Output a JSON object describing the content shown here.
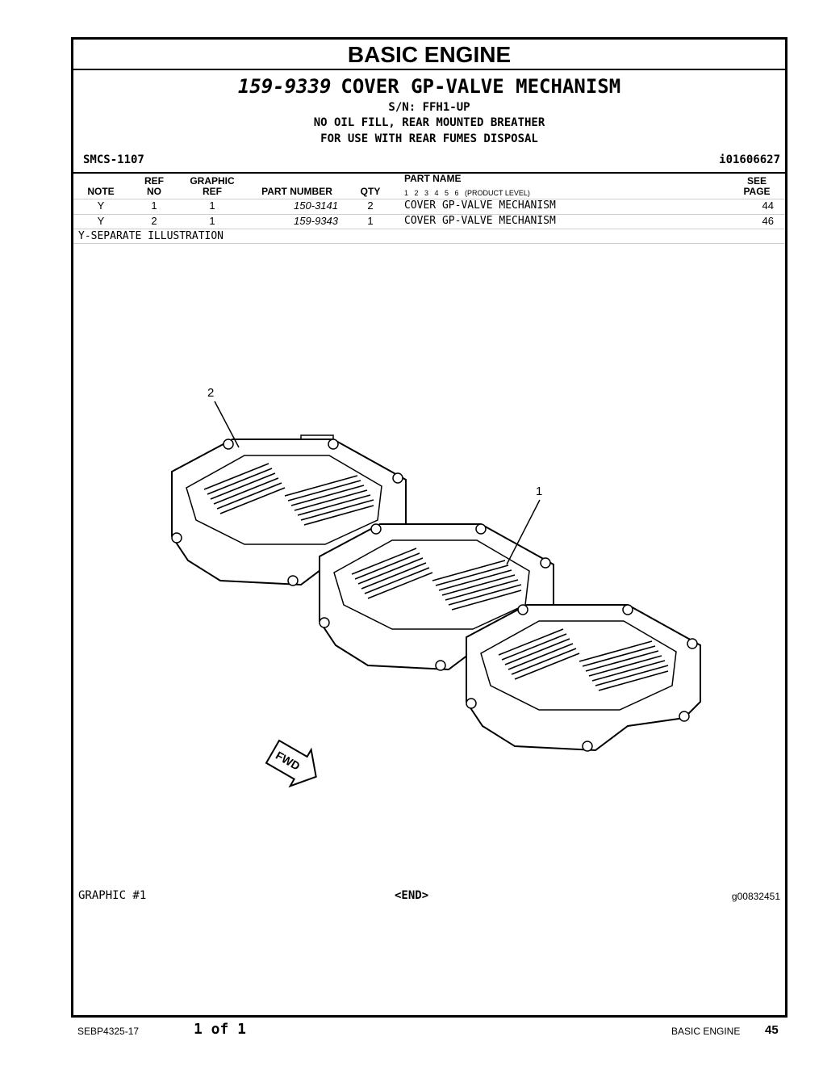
{
  "header": {
    "section_title": "BASIC ENGINE",
    "part_number": "159-9339",
    "part_name": "COVER GP-VALVE MECHANISM",
    "serial": "S/N: FFH1-UP",
    "note_line_1": "NO OIL FILL, REAR MOUNTED BREATHER",
    "note_line_2": "FOR USE WITH REAR FUMES DISPOSAL",
    "smcs": "SMCS-1107",
    "illustration_id": "i01606627"
  },
  "table": {
    "headers": {
      "note": "NOTE",
      "ref_top": "REF",
      "ref_bottom": "NO",
      "graphic_top": "GRAPHIC",
      "graphic_bottom": "REF",
      "part_number": "PART NUMBER",
      "qty": "QTY",
      "part_name": "PART NAME",
      "levels": "1   2   3   4   5   6   (PRODUCT LEVEL)",
      "see_top": "SEE",
      "see_bottom": "PAGE"
    },
    "rows": [
      {
        "note": "Y",
        "ref": "1",
        "graphic": "1",
        "part_number": "150-3141",
        "qty": "2",
        "name": "COVER GP-VALVE MECHANISM",
        "page": "44"
      },
      {
        "note": "Y",
        "ref": "2",
        "graphic": "1",
        "part_number": "159-9343",
        "qty": "1",
        "name": "COVER GP-VALVE MECHANISM",
        "page": "46"
      }
    ],
    "note_text": "Y-SEPARATE ILLUSTRATION"
  },
  "figure": {
    "callouts": [
      "2",
      "1"
    ],
    "fwd_label": "FWD",
    "graphic_label": "GRAPHIC #1",
    "end_marker": "<END>",
    "graphic_id": "g00832451"
  },
  "footer": {
    "doc_id": "SEBP4325-17",
    "page_count": "1 of 1",
    "section": "BASIC ENGINE",
    "page_number": "45"
  }
}
